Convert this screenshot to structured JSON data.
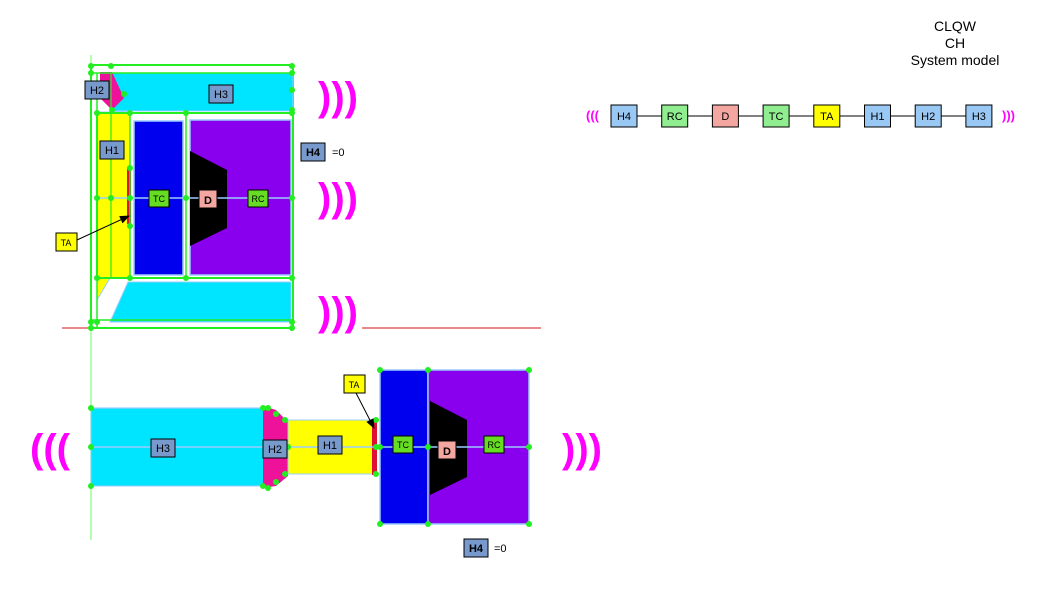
{
  "title": {
    "line1": "CLQW",
    "line2": "CH",
    "line3": "System model"
  },
  "labels": {
    "H1": "H1",
    "H2": "H2",
    "H3": "H3",
    "H4": "H4",
    "TC": "TC",
    "RC": "RC",
    "D": "D",
    "TA": "TA",
    "eq_zero": "=0"
  },
  "chain": {
    "left_marker": "(((",
    "right_marker": ")))",
    "nodes": [
      {
        "label": "H4",
        "color": "#99c8f5"
      },
      {
        "label": "RC",
        "color": "#90ee90"
      },
      {
        "label": "D",
        "color": "#f4a6a0"
      },
      {
        "label": "TC",
        "color": "#90ee90"
      },
      {
        "label": "TA",
        "color": "#ffff00"
      },
      {
        "label": "H1",
        "color": "#99c8f5"
      },
      {
        "label": "H2",
        "color": "#99c8f5"
      },
      {
        "label": "H3",
        "color": "#99c8f5"
      }
    ]
  },
  "colors": {
    "cyan": "#00e5ff",
    "blue": "#0000ee",
    "purple": "#8800ee",
    "yellow": "#ffff00",
    "magenta": "#ee1199",
    "green_node": "#22ee22",
    "tag_blue": "#7799cc",
    "tag_green": "#66dd22",
    "tag_pink": "#f4a6a0",
    "wave": "#ff00ff",
    "axis_red": "#dd4444"
  }
}
